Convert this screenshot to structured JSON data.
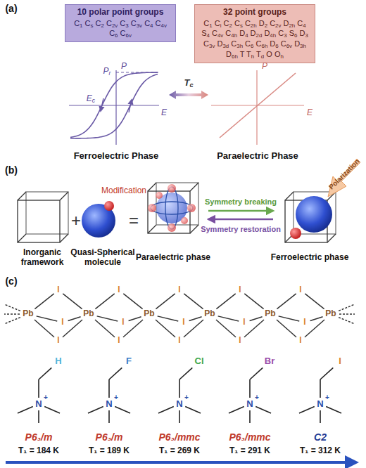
{
  "diagram": {
    "nodes": [
      {
        "text": [
          "10 polar point groups",
          "C1 Cs C2 C2v C3 C3v C4 C4v C6 C6v"
        ]
      },
      {
        "text": [
          "32 point groups",
          "C1 Ci C2 Cs C2h D2 C2v D2h C4 S4 C4v C4h D4 D2d D4h C3 S6 D3 C3v D3d C3h C6 C6h D6 C6v D3h D6h T Th Td O Oh"
        ]
      }
    ],
    "labels": [
      "(a)",
      "P",
      "Pr",
      "Ec",
      "E",
      "P",
      "E",
      "Tc",
      "Ferroelectric Phase",
      "Paraelectric Phase",
      "(b)",
      "Modification",
      "Polarization",
      "Symmetry breaking",
      "Symmetry restoration",
      "+",
      "=",
      "Inorganic framework",
      "Quasi-Spherical molecule",
      "Paraelectric phase",
      "Ferroelectric phase",
      "(c)",
      "Pb",
      "Pb",
      "Pb",
      "Pb",
      "Pb",
      "Pb",
      "I",
      "I",
      "I",
      "I",
      "I",
      "I",
      "I",
      "I",
      "I",
      "I",
      "I",
      "I",
      "I",
      "I",
      "I",
      "H",
      "F",
      "Cl",
      "Br",
      "I",
      "N",
      "N",
      "N",
      "N",
      "N",
      "+",
      "+",
      "+",
      "+",
      "+",
      "P6₃/m",
      "P6₃/m",
      "P6₃/mmc",
      "P6₃/mmc",
      "C2",
      "T₁ = 184 K",
      "T₁ = 189 K",
      "T₁ = 269 K",
      "T₁ = 291 K",
      "T₁ = 312 K"
    ]
  }
}
